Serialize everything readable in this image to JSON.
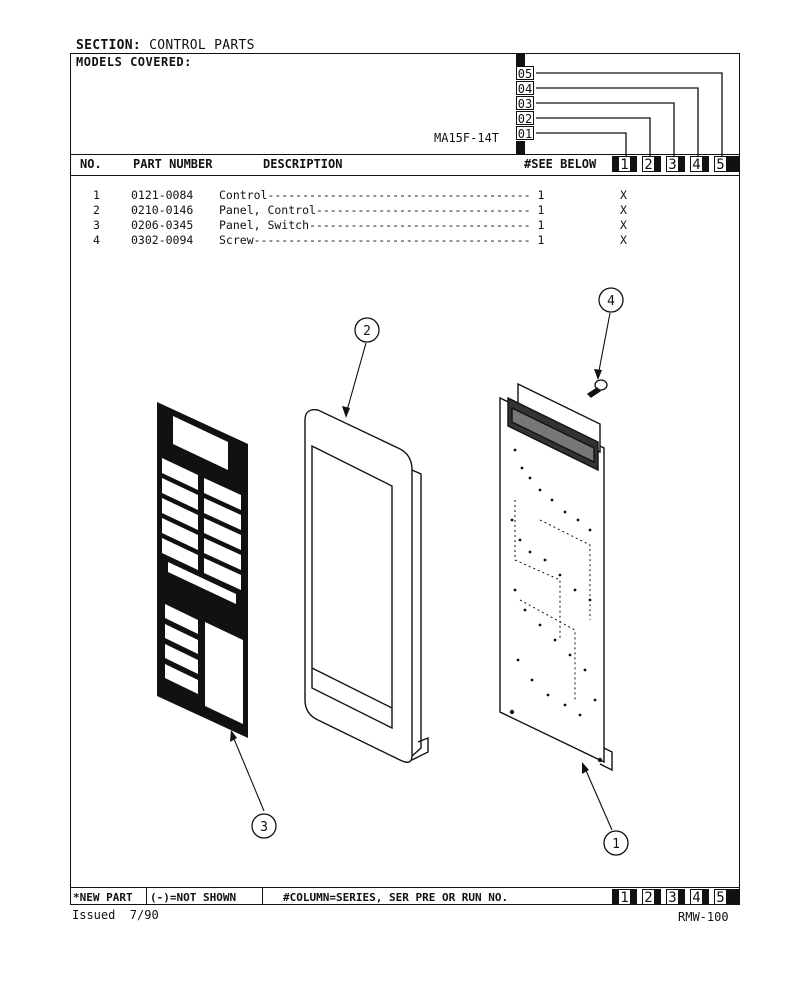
{
  "header": {
    "section_label": "SECTION:",
    "section_value": "CONTROL PARTS",
    "models_label": "MODELS COVERED:",
    "model_name": "MA15F-14T",
    "series_numbers": [
      "05",
      "04",
      "03",
      "02",
      "01"
    ]
  },
  "columns": {
    "no": "NO.",
    "part_number": "PART NUMBER",
    "description": "DESCRIPTION",
    "see_below": "#SEE BELOW",
    "series_cols": [
      "1",
      "2",
      "3",
      "4",
      "5"
    ]
  },
  "parts": [
    {
      "no": "1",
      "part_number": "0121-0084",
      "description": "Control-------------------------------------- 1",
      "mark": "X"
    },
    {
      "no": "2",
      "part_number": "0210-0146",
      "description": "Panel, Control------------------------------- 1",
      "mark": "X"
    },
    {
      "no": "3",
      "part_number": "0206-0345",
      "description": "Panel, Switch-------------------------------- 1",
      "mark": "X"
    },
    {
      "no": "4",
      "part_number": "0302-0094",
      "description": "Screw---------------------------------------- 1",
      "mark": "X"
    }
  ],
  "callouts": [
    "1",
    "2",
    "3",
    "4"
  ],
  "footer": {
    "new_part": "*NEW PART",
    "not_shown": "(-)=NOT SHOWN",
    "column_note": "#COLUMN=SERIES, SER PRE OR RUN NO.",
    "series_cols": [
      "1",
      "2",
      "3",
      "4",
      "5"
    ],
    "issued": "Issued  7/90",
    "doc_id": "RMW-100"
  }
}
